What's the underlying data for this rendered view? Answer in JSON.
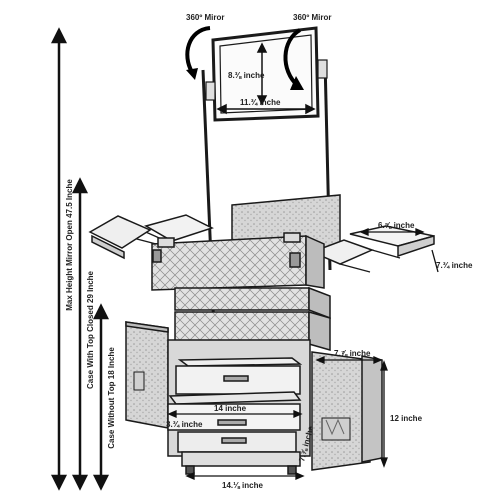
{
  "labels": {
    "mirror_left": "360º Miror",
    "mirror_right": "360º Miror",
    "mirror_height": "8.⅜ inche",
    "mirror_width": "11.¾ inche",
    "tray_width": "6.⅝ inche",
    "tray_depth": "7.¾ inche",
    "side_width": "7.⅞ inche",
    "side_height": "12 inche",
    "drawer_width": "14 inche",
    "drawer_height": "3.¾ inche",
    "drawer_depth": "7.⅞ inche",
    "base_width": "14.⅛ inche",
    "max_height": "Max Height Mirror Open 47.5 Inche",
    "case_closed": "Case With Top Closed 29 Inche",
    "case_without_top": "Case Without Top 18 Inche"
  },
  "colors": {
    "ink": "#1a1a1a",
    "shade": "#c8c8c8",
    "panel": "#e6e6e6"
  }
}
